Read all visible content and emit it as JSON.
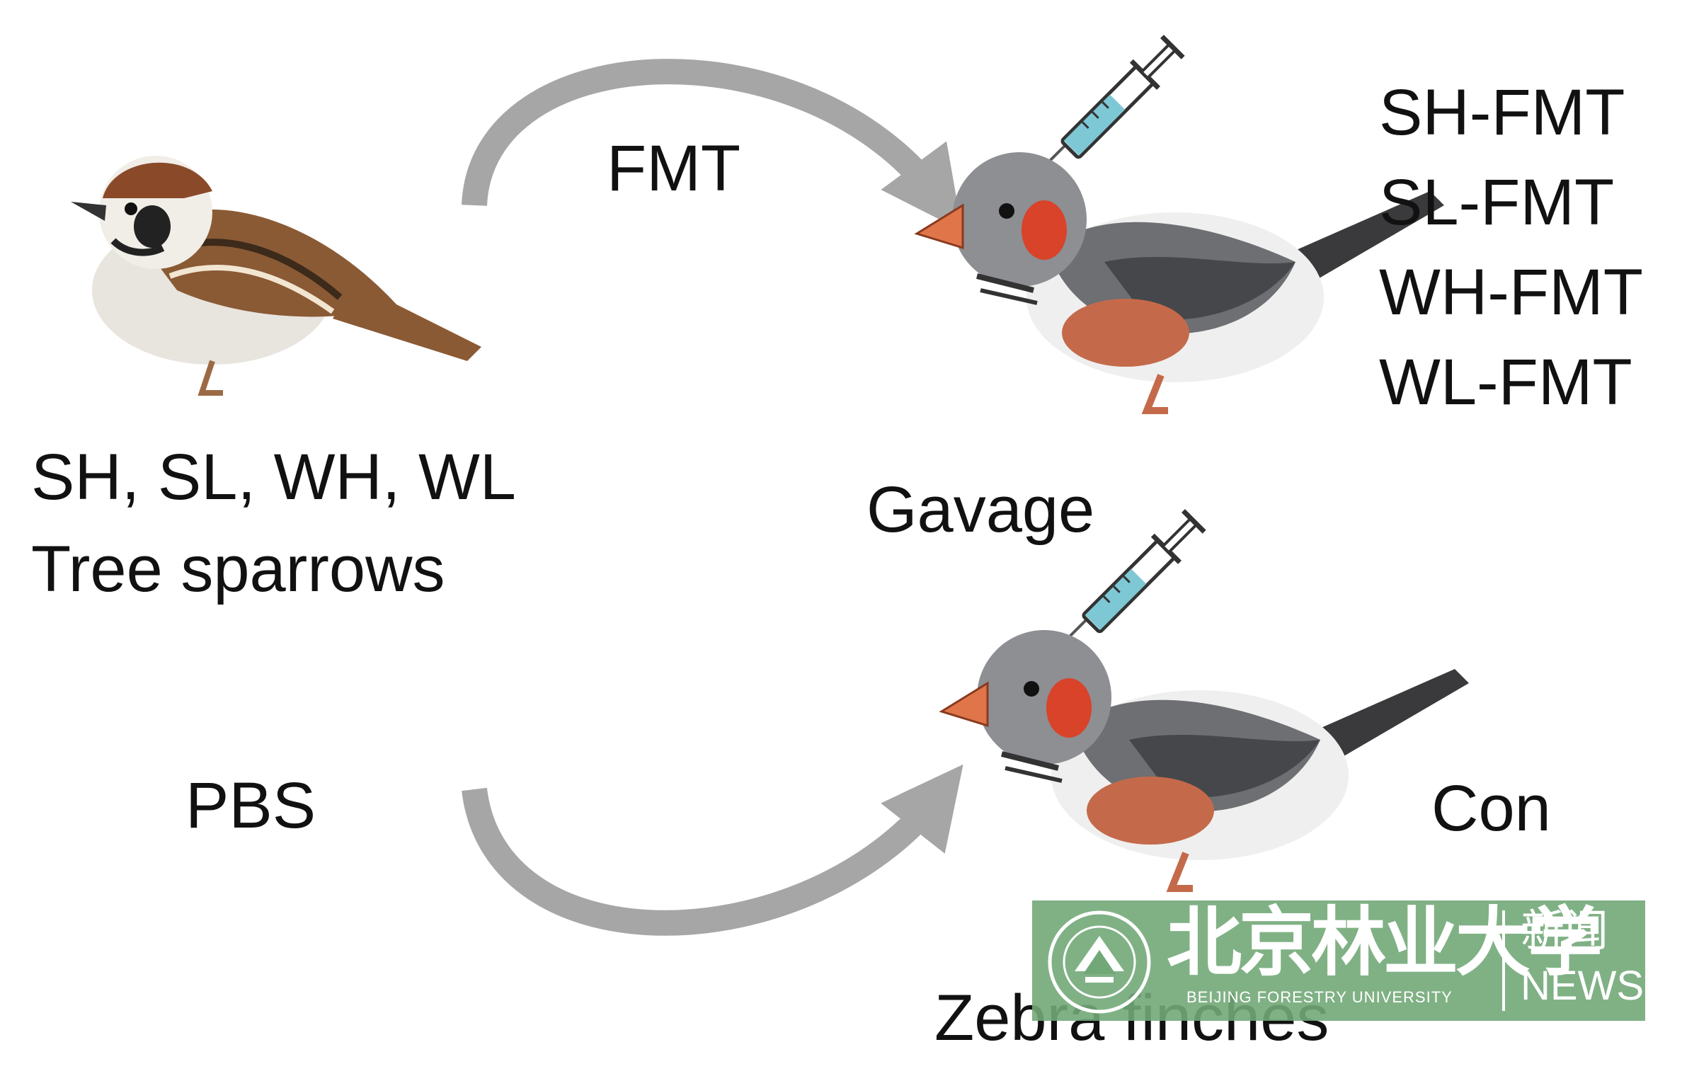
{
  "source": {
    "groups": "SH, SL, WH, WL",
    "species": "Tree sparrows"
  },
  "arrows": {
    "top_label": "FMT",
    "bottom_label": "PBS"
  },
  "method": "Gavage",
  "fmt_groups": [
    "SH-FMT",
    "SL-FMT",
    "WH-FMT",
    "WL-FMT"
  ],
  "control_group": "Con",
  "recipient_species": "Zebra finches",
  "watermark": {
    "name_cn": "北京林业大学",
    "name_en": "BEIJING FORESTRY UNIVERSITY",
    "news_cn": "新闻",
    "news_en": "NEWS"
  },
  "colors": {
    "arrow": "#a6a6a6",
    "syringe_fluid": "#7ec8d6",
    "finch_grey": "#6d6f73",
    "finch_cheek": "#d8432a",
    "finch_flank": "#c46a4a",
    "finch_beak": "#e0754a",
    "sparrow_brown": "#8a5a35",
    "watermark_green": "#72a878"
  }
}
